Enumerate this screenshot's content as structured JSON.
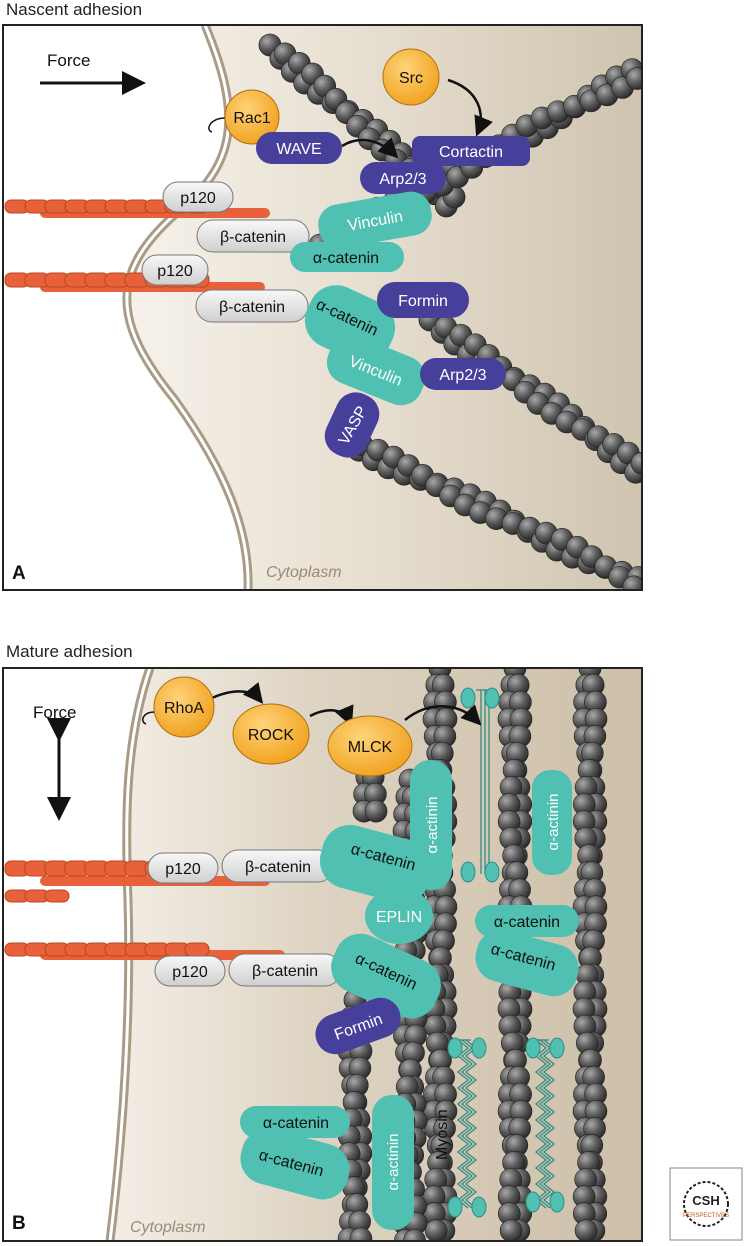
{
  "panelA": {
    "title": "Nascent adhesion",
    "letter": "A",
    "force_label": "Force",
    "cytoplasm_label": "Cytoplasm",
    "proteins": {
      "rac1": "Rac1",
      "src": "Src",
      "wave": "WAVE",
      "cortactin": "Cortactin",
      "arp23_top": "Arp2/3",
      "p120_1": "p120",
      "p120_2": "p120",
      "bcat_1": "β-catenin",
      "bcat_2": "β-catenin",
      "vinculin_1": "Vinculin",
      "acat_1": "α-catenin",
      "acat_2": "α-catenin",
      "formin": "Formin",
      "vinculin_2": "Vinculin",
      "arp23_bottom": "Arp2/3",
      "vasp": "VASP"
    }
  },
  "panelB": {
    "title": "Mature adhesion",
    "letter": "B",
    "force_label": "Force",
    "cytoplasm_label": "Cytoplasm",
    "myosin_label": "Myosin",
    "proteins": {
      "rhoa": "RhoA",
      "rock": "ROCK",
      "mlck": "MLCK",
      "p120_1": "p120",
      "bcat_1": "β-catenin",
      "acat_1": "α-catenin",
      "eplin": "EPLIN",
      "actinin_1": "α-actinin",
      "actinin_2": "α-actinin",
      "acat_r1": "α-catenin",
      "acat_r2": "α-catenin",
      "p120_2": "p120",
      "bcat_2": "β-catenin",
      "acat_2": "α-catenin",
      "formin": "Formin",
      "acat_bl1": "α-catenin",
      "acat_bl2": "α-catenin",
      "actinin_3": "α-actinin"
    }
  },
  "logo": {
    "line1": "CSH",
    "line2": "PERSPECTIVES"
  },
  "colors": {
    "orange": "#f5a623",
    "purple": "#47409a",
    "teal": "#4fc0b1",
    "grey_pill": "#e6e6e6",
    "cadherin": "#e8613a",
    "actin": "#5b5b5b",
    "cytoplasm": "#d6cdbc"
  }
}
